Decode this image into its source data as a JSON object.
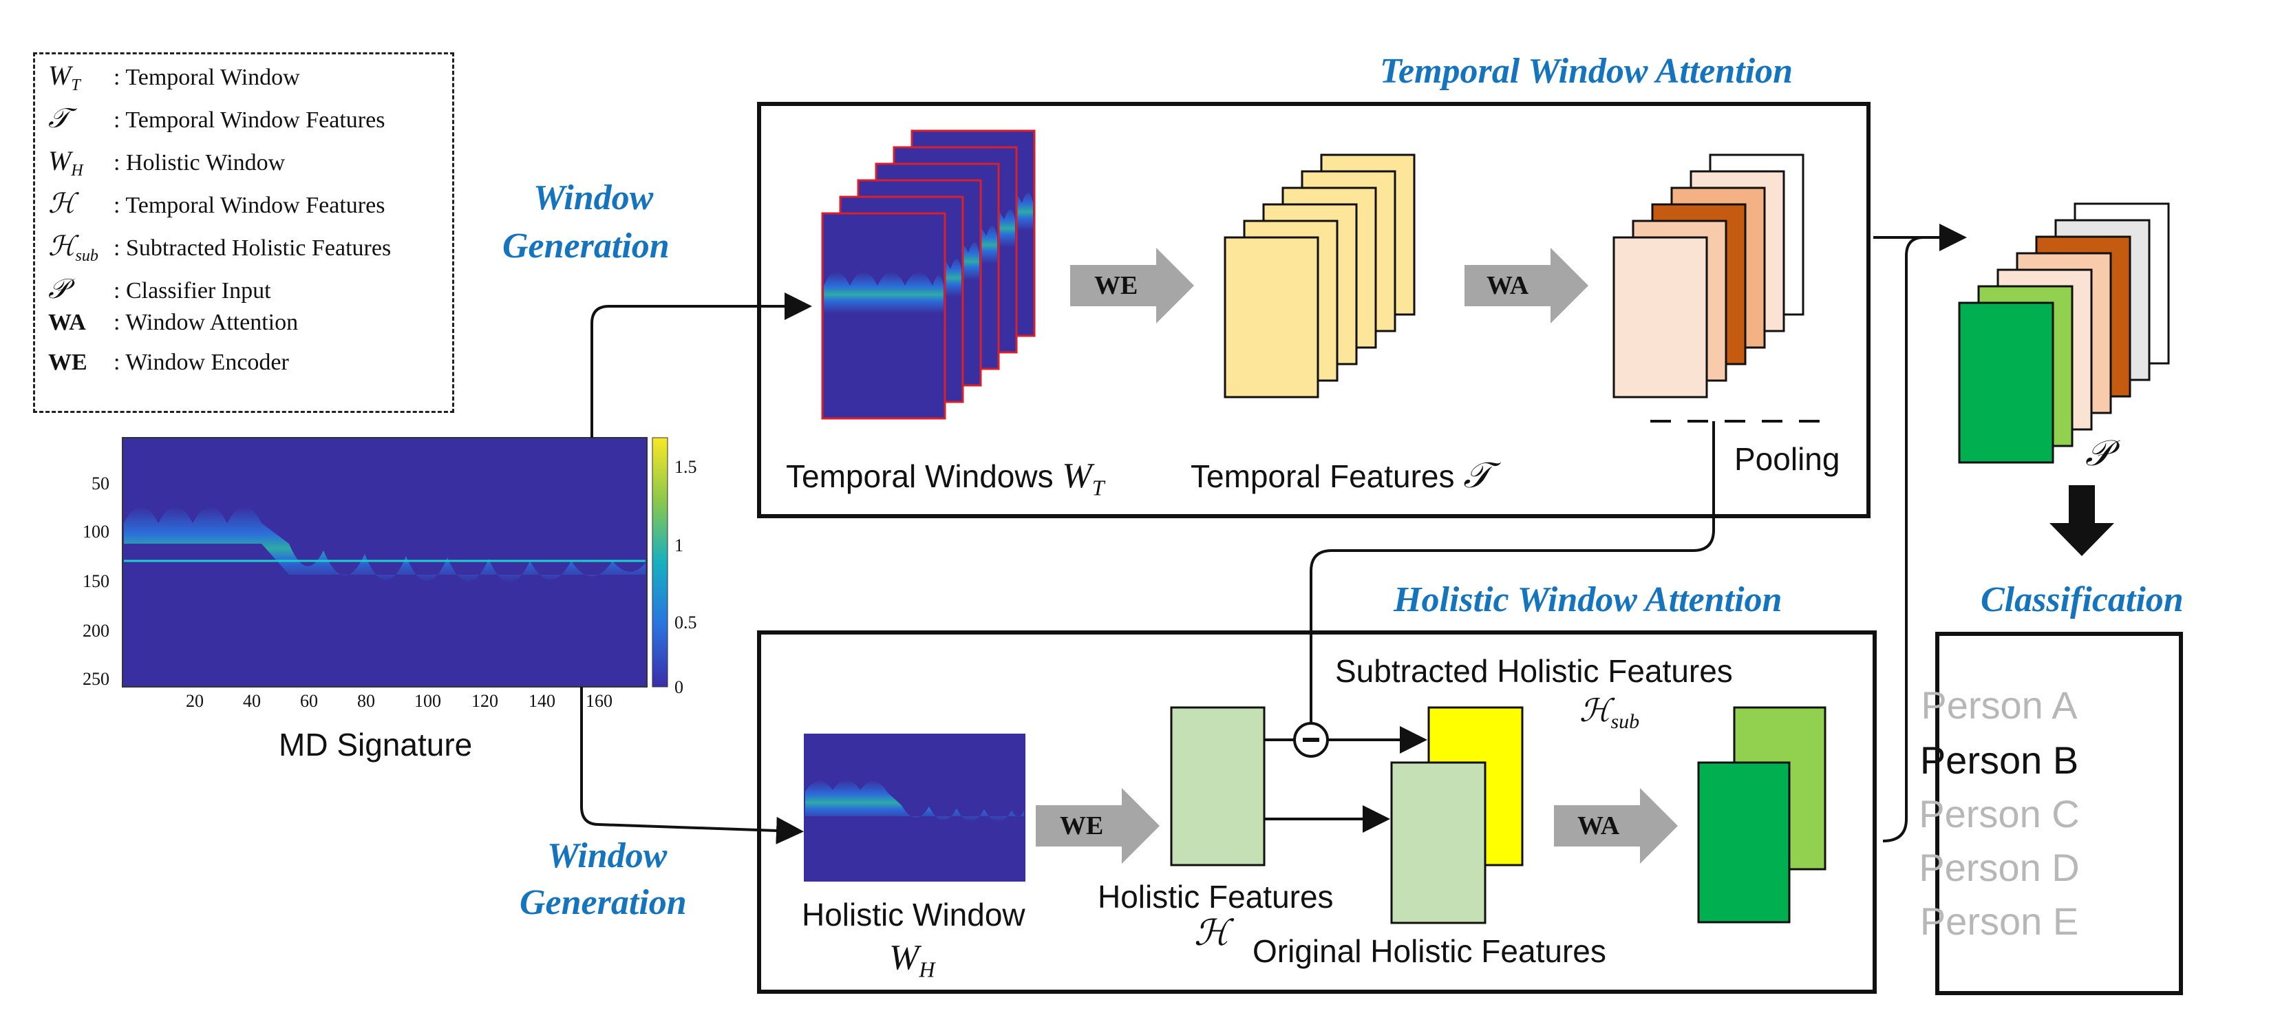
{
  "legend": [
    {
      "symbol": "W",
      "sub": "T",
      "text": ": Temporal Window"
    },
    {
      "symbol": "𝒯",
      "sub": "",
      "text": ": Temporal Window Features"
    },
    {
      "symbol": "W",
      "sub": "H",
      "text": ": Holistic Window"
    },
    {
      "symbol": "ℋ",
      "sub": "",
      "text": ": Temporal Window Features"
    },
    {
      "symbol": "ℋ",
      "sub": "sub",
      "text": ": Subtracted Holistic Features"
    },
    {
      "symbol": "𝒫",
      "sub": "",
      "text": ": Classifier Input"
    },
    {
      "symbol": "WA",
      "sub": "",
      "text": ": Window Attention"
    },
    {
      "symbol": "WE",
      "sub": "",
      "text": ": Window Encoder"
    }
  ],
  "titles": {
    "temporal_attention": "Temporal Window Attention",
    "holistic_attention": "Holistic Window Attention",
    "classification": "Classification",
    "window_generation_top": [
      "Window",
      "Generation"
    ],
    "window_generation_bottom": [
      "Window",
      "Generation"
    ]
  },
  "md_signature": {
    "caption": "MD Signature",
    "y_ticks": [
      "50",
      "100",
      "150",
      "200",
      "250"
    ],
    "x_ticks": [
      "20",
      "40",
      "60",
      "80",
      "100",
      "120",
      "140",
      "160"
    ],
    "colorbar_ticks": [
      "1.5",
      "1",
      "0.5",
      "0"
    ]
  },
  "temporal": {
    "windows_label": "Temporal Windows",
    "windows_symbol": "W",
    "windows_sub": "T",
    "features_label": "Temporal Features",
    "features_symbol": "𝒯",
    "pooling_label": "Pooling",
    "we_label": "WE",
    "wa_label": "WA"
  },
  "holistic": {
    "window_label": "Holistic Window",
    "window_symbol": "W",
    "window_sub": "H",
    "features_label": "Holistic Features",
    "features_symbol": "ℋ",
    "subtracted_label": "Subtracted Holistic Features",
    "subtracted_symbol": "ℋ",
    "subtracted_sub": "sub",
    "original_label": "Original Holistic Features",
    "we_label": "WE",
    "wa_label": "WA"
  },
  "classifier_input_symbol": "𝒫",
  "classes": [
    {
      "label": "Person A",
      "selected": false
    },
    {
      "label": "Person B",
      "selected": true
    },
    {
      "label": "Person C",
      "selected": false
    },
    {
      "label": "Person D",
      "selected": false
    },
    {
      "label": "Person E",
      "selected": false
    }
  ],
  "colors": {
    "accent_blue": "#1574be",
    "window_border": "#d8202a",
    "spectrogram_bg": "#3a2fa0",
    "temporal_feature": "#fde59a",
    "pool_light": "#fbe3d4",
    "pool_dark": "#c55a11",
    "holistic_feature": "#c5e0b4",
    "subtracted_feature": "#ffff00",
    "output_green": "#00b050",
    "output_light_green": "#92d050",
    "arrow_gray": "#a6a6a6",
    "unselected_text": "#b7b7b7"
  }
}
